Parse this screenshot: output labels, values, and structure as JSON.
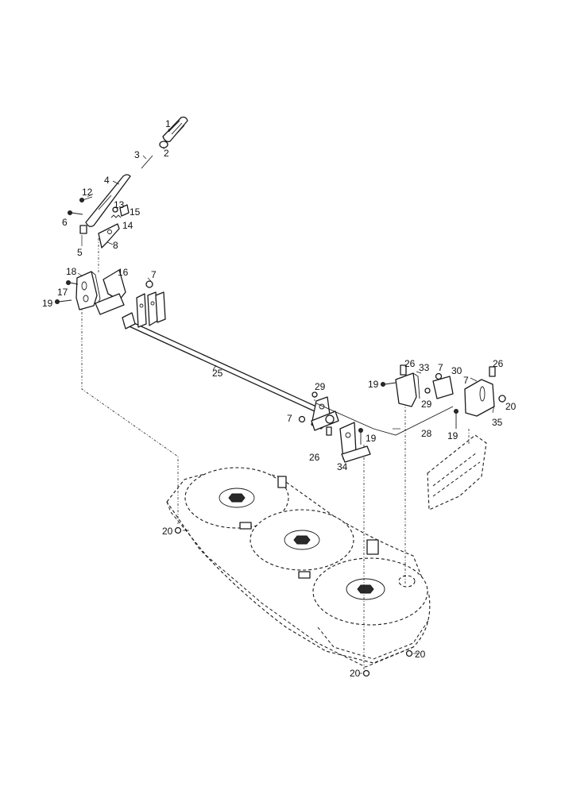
{
  "callouts": [
    "1",
    "2",
    "3",
    "4",
    "12",
    "13",
    "15",
    "6",
    "14",
    "5",
    "8",
    "18",
    "16",
    "7",
    "17",
    "19",
    "25",
    "26",
    "33",
    "7",
    "30",
    "26",
    "19",
    "29",
    "7",
    "29",
    "20",
    "35",
    "19",
    "28",
    "7",
    "26",
    "19",
    "34",
    "20",
    "20",
    "20"
  ],
  "colors": {
    "ink": "#1a1a1a",
    "paper": "#ffffff"
  }
}
